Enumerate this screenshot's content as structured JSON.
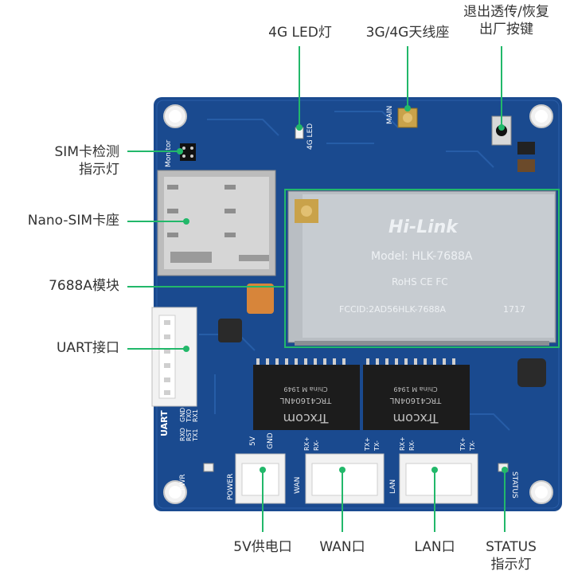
{
  "labels": {
    "sim_indicator": [
      "SIM卡检测",
      "指示灯"
    ],
    "nano_sim": "Nano-SIM卡座",
    "module": "7688A模块",
    "uart": "UART接口",
    "led_4g": "4G LED灯",
    "antenna": "3G/4G天线座",
    "reset": [
      "退出透传/恢复",
      "出厂按键"
    ],
    "power_5v": "5V供电口",
    "wan": "WAN口",
    "lan": "LAN口",
    "status": [
      "STATUS",
      "指示灯"
    ]
  },
  "board_silk": {
    "monitor": "Monitor",
    "led4g": "4G LED",
    "main": "MAIN",
    "uart": "UART",
    "pins_uart": [
      "GND",
      "RXO",
      "TXO",
      "RST",
      "RX1",
      "TX1"
    ],
    "pwr": "PWR",
    "power": "POWER",
    "v5": "5V",
    "gnd": "GND",
    "wan": "WAN",
    "lan": "LAN",
    "rx_plus": "RX+",
    "rx_minus": "RX-",
    "tx_plus": "TX+",
    "tx_minus": "TX-",
    "status": "STATUS"
  },
  "module_text": {
    "brand": "Hi-Link",
    "model": "Model: HLK-7688A",
    "cert": "RoHS CE FC",
    "fcc": "FCCID:2AD56HLK-7688A",
    "date": "1717"
  },
  "transformer": {
    "brand": "Trxcom",
    "part": "TRC41604NL",
    "origin": "China M 1949"
  },
  "colors": {
    "pcb": "#1a4a8f",
    "pcb_dark": "#143c78",
    "highlight": "#22b86a",
    "label": "#333333"
  }
}
